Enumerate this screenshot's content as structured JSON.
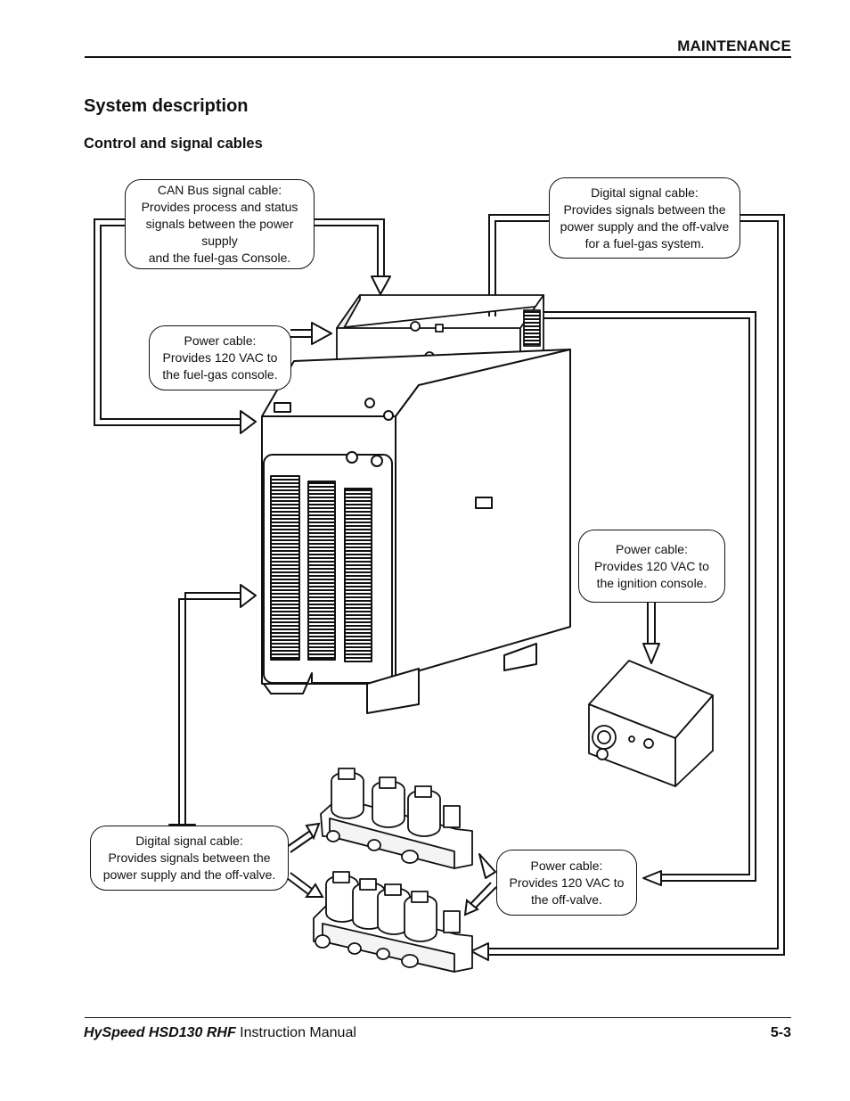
{
  "header": {
    "section": "MAINTENANCE"
  },
  "page": {
    "title": "System description",
    "subtitle": "Control and signal cables"
  },
  "callouts": {
    "can_bus": {
      "lines": [
        "CAN Bus signal cable:",
        "Provides process and status",
        "signals between the power supply",
        "and the fuel-gas Console."
      ]
    },
    "digital_top": {
      "lines": [
        "Digital signal cable:",
        "Provides signals between the",
        "power supply and the off-valve",
        "for a fuel-gas system."
      ]
    },
    "power_fuel": {
      "lines": [
        "Power cable:",
        "Provides 120 VAC to",
        "the fuel-gas console."
      ]
    },
    "power_ignition": {
      "lines": [
        "Power cable:",
        "Provides 120 VAC to",
        "the ignition console."
      ]
    },
    "digital_bottom": {
      "lines": [
        "Digital signal cable:",
        "Provides signals between the",
        "power supply and the off-valve."
      ]
    },
    "power_offvalve": {
      "lines": [
        "Power cable:",
        "Provides 120 VAC to",
        "the off-valve."
      ]
    }
  },
  "footer": {
    "brand": "HySpeed HSD130 RHF",
    "manual": " Instruction Manual",
    "page_number": "5-3"
  }
}
